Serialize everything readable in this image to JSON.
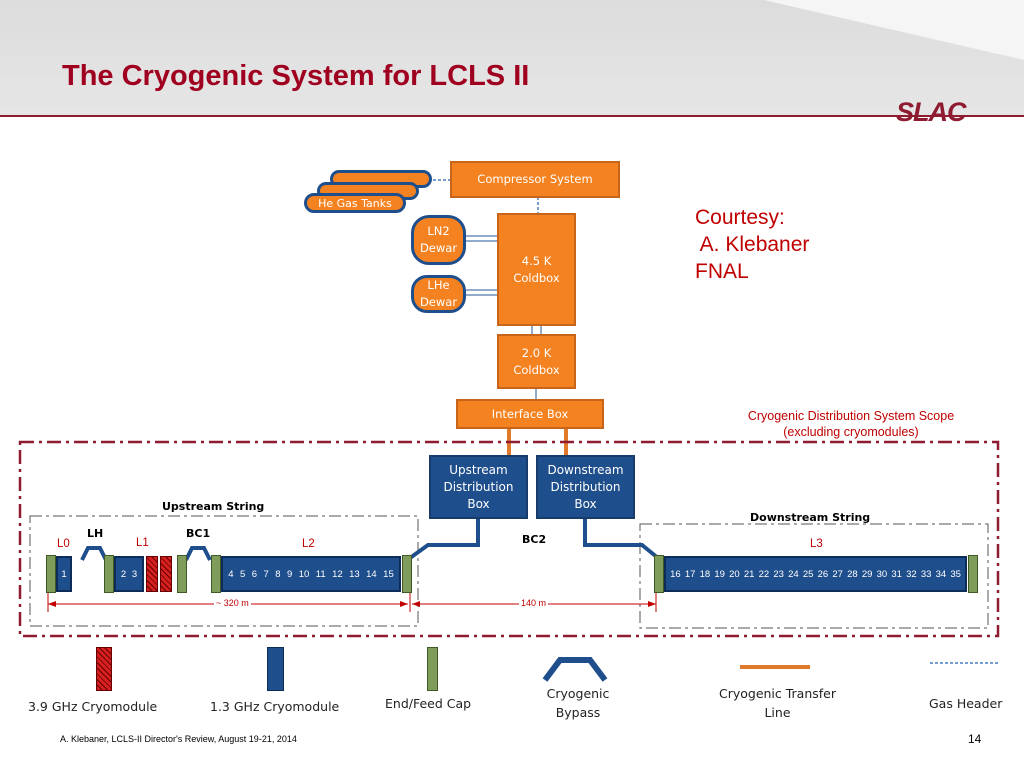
{
  "slide": {
    "title": "The Cryogenic System for LCLS II",
    "logo_text": "SLAC",
    "footer": "A. Klebaner, LCLS-II Director's Review, August 19-21, 2014",
    "page_number": "14"
  },
  "plant": {
    "he_gas_tanks": "He Gas Tanks",
    "compressor": "Compressor System",
    "ln2_line1": "LN2",
    "ln2_line2": "Dewar",
    "lhe_line1": "LHe",
    "lhe_line2": "Dewar",
    "coldbox45_line1": "4.5 K",
    "coldbox45_line2": "Coldbox",
    "coldbox20_line1": "2.0 K",
    "coldbox20_line2": "Coldbox",
    "interface_box": "Interface Box",
    "upstream_box": [
      "Upstream",
      "Distribution",
      "Box"
    ],
    "downstream_box": [
      "Downstream",
      "Distribution",
      "Box"
    ]
  },
  "courtesy": {
    "line1": "Courtesy:",
    "line2": " A. Klebaner",
    "line3": "FNAL"
  },
  "scope_note": {
    "line1": "Cryogenic Distribution System Scope",
    "line2": "(excluding cryomodules)"
  },
  "linac": {
    "upstream_string": "Upstream String",
    "downstream_string": "Downstream String",
    "lh": "LH",
    "bc1": "BC1",
    "bc2": "BC2",
    "l0": "L0",
    "l1": "L1",
    "l2": "L2",
    "l3": "L3",
    "l0_modules": [
      "1"
    ],
    "l1_modules": [
      "2",
      "3"
    ],
    "l2_modules": [
      "4",
      "5",
      "6",
      "7",
      "8",
      "9",
      "10",
      "11",
      "12",
      "13",
      "14",
      "15"
    ],
    "l3_modules": [
      "16",
      "17",
      "18",
      "19",
      "20",
      "21",
      "22",
      "23",
      "24",
      "25",
      "26",
      "27",
      "28",
      "29",
      "30",
      "31",
      "32",
      "33",
      "34",
      "35"
    ],
    "dim_upstream": "~ 320 m",
    "dim_gap": "140 m"
  },
  "legend": {
    "cryo39": "3.9 GHz Cryomodule",
    "cryo13": "1.3 GHz Cryomodule",
    "endcap": "End/Feed Cap",
    "bypass_line1": "Cryogenic",
    "bypass_line2": "Bypass",
    "transfer_line1": "Cryogenic Transfer",
    "transfer_line2": "Line",
    "gas_header": "Gas Header"
  },
  "colors": {
    "title_red": "#a00020",
    "orange": "#f58220",
    "navy": "#1f4e8c",
    "cap_green": "#7f9c5a",
    "dash_red": "#8e1b30",
    "gas_header_blue": "#4a7ec0"
  }
}
